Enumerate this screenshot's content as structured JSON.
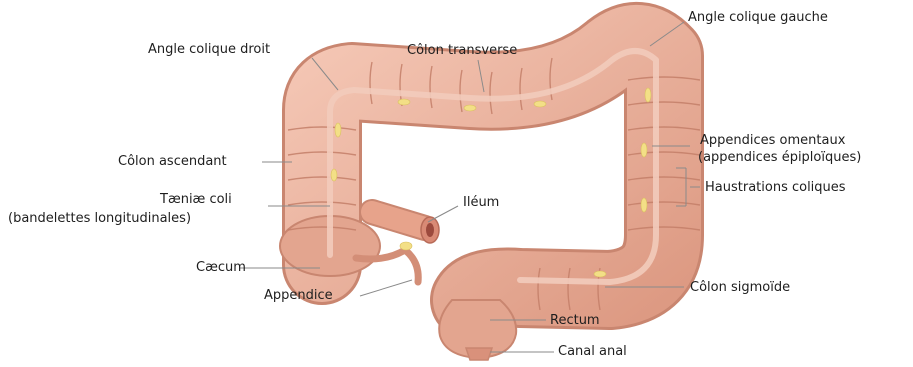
{
  "labels": {
    "angle_droit": "Angle colique droit",
    "colon_transverse": "Côlon transverse",
    "angle_gauche": "Angle colique gauche",
    "colon_ascendant": "Côlon ascendant",
    "taeniae_1": "Tæniæ coli",
    "taeniae_2": "(bandelettes longitudinales)",
    "ileum": "Iléum",
    "caecum": "Cæcum",
    "appendice": "Appendice",
    "appendices_omentaux_1": "Appendices omentaux",
    "appendices_omentaux_2": "(appendices épiploïques)",
    "haustrations": "Haustrations coliques",
    "colon_sigmoide": "Côlon sigmoïde",
    "rectum": "Rectum",
    "canal_anal": "Canal anal"
  },
  "colors": {
    "colon_fill": "#e9ad98",
    "colon_edge": "#c98670",
    "fold": "#c47f69",
    "taenia": "#f2cbbb",
    "fat": "#f3df86",
    "leader": "#8a8a8a"
  }
}
